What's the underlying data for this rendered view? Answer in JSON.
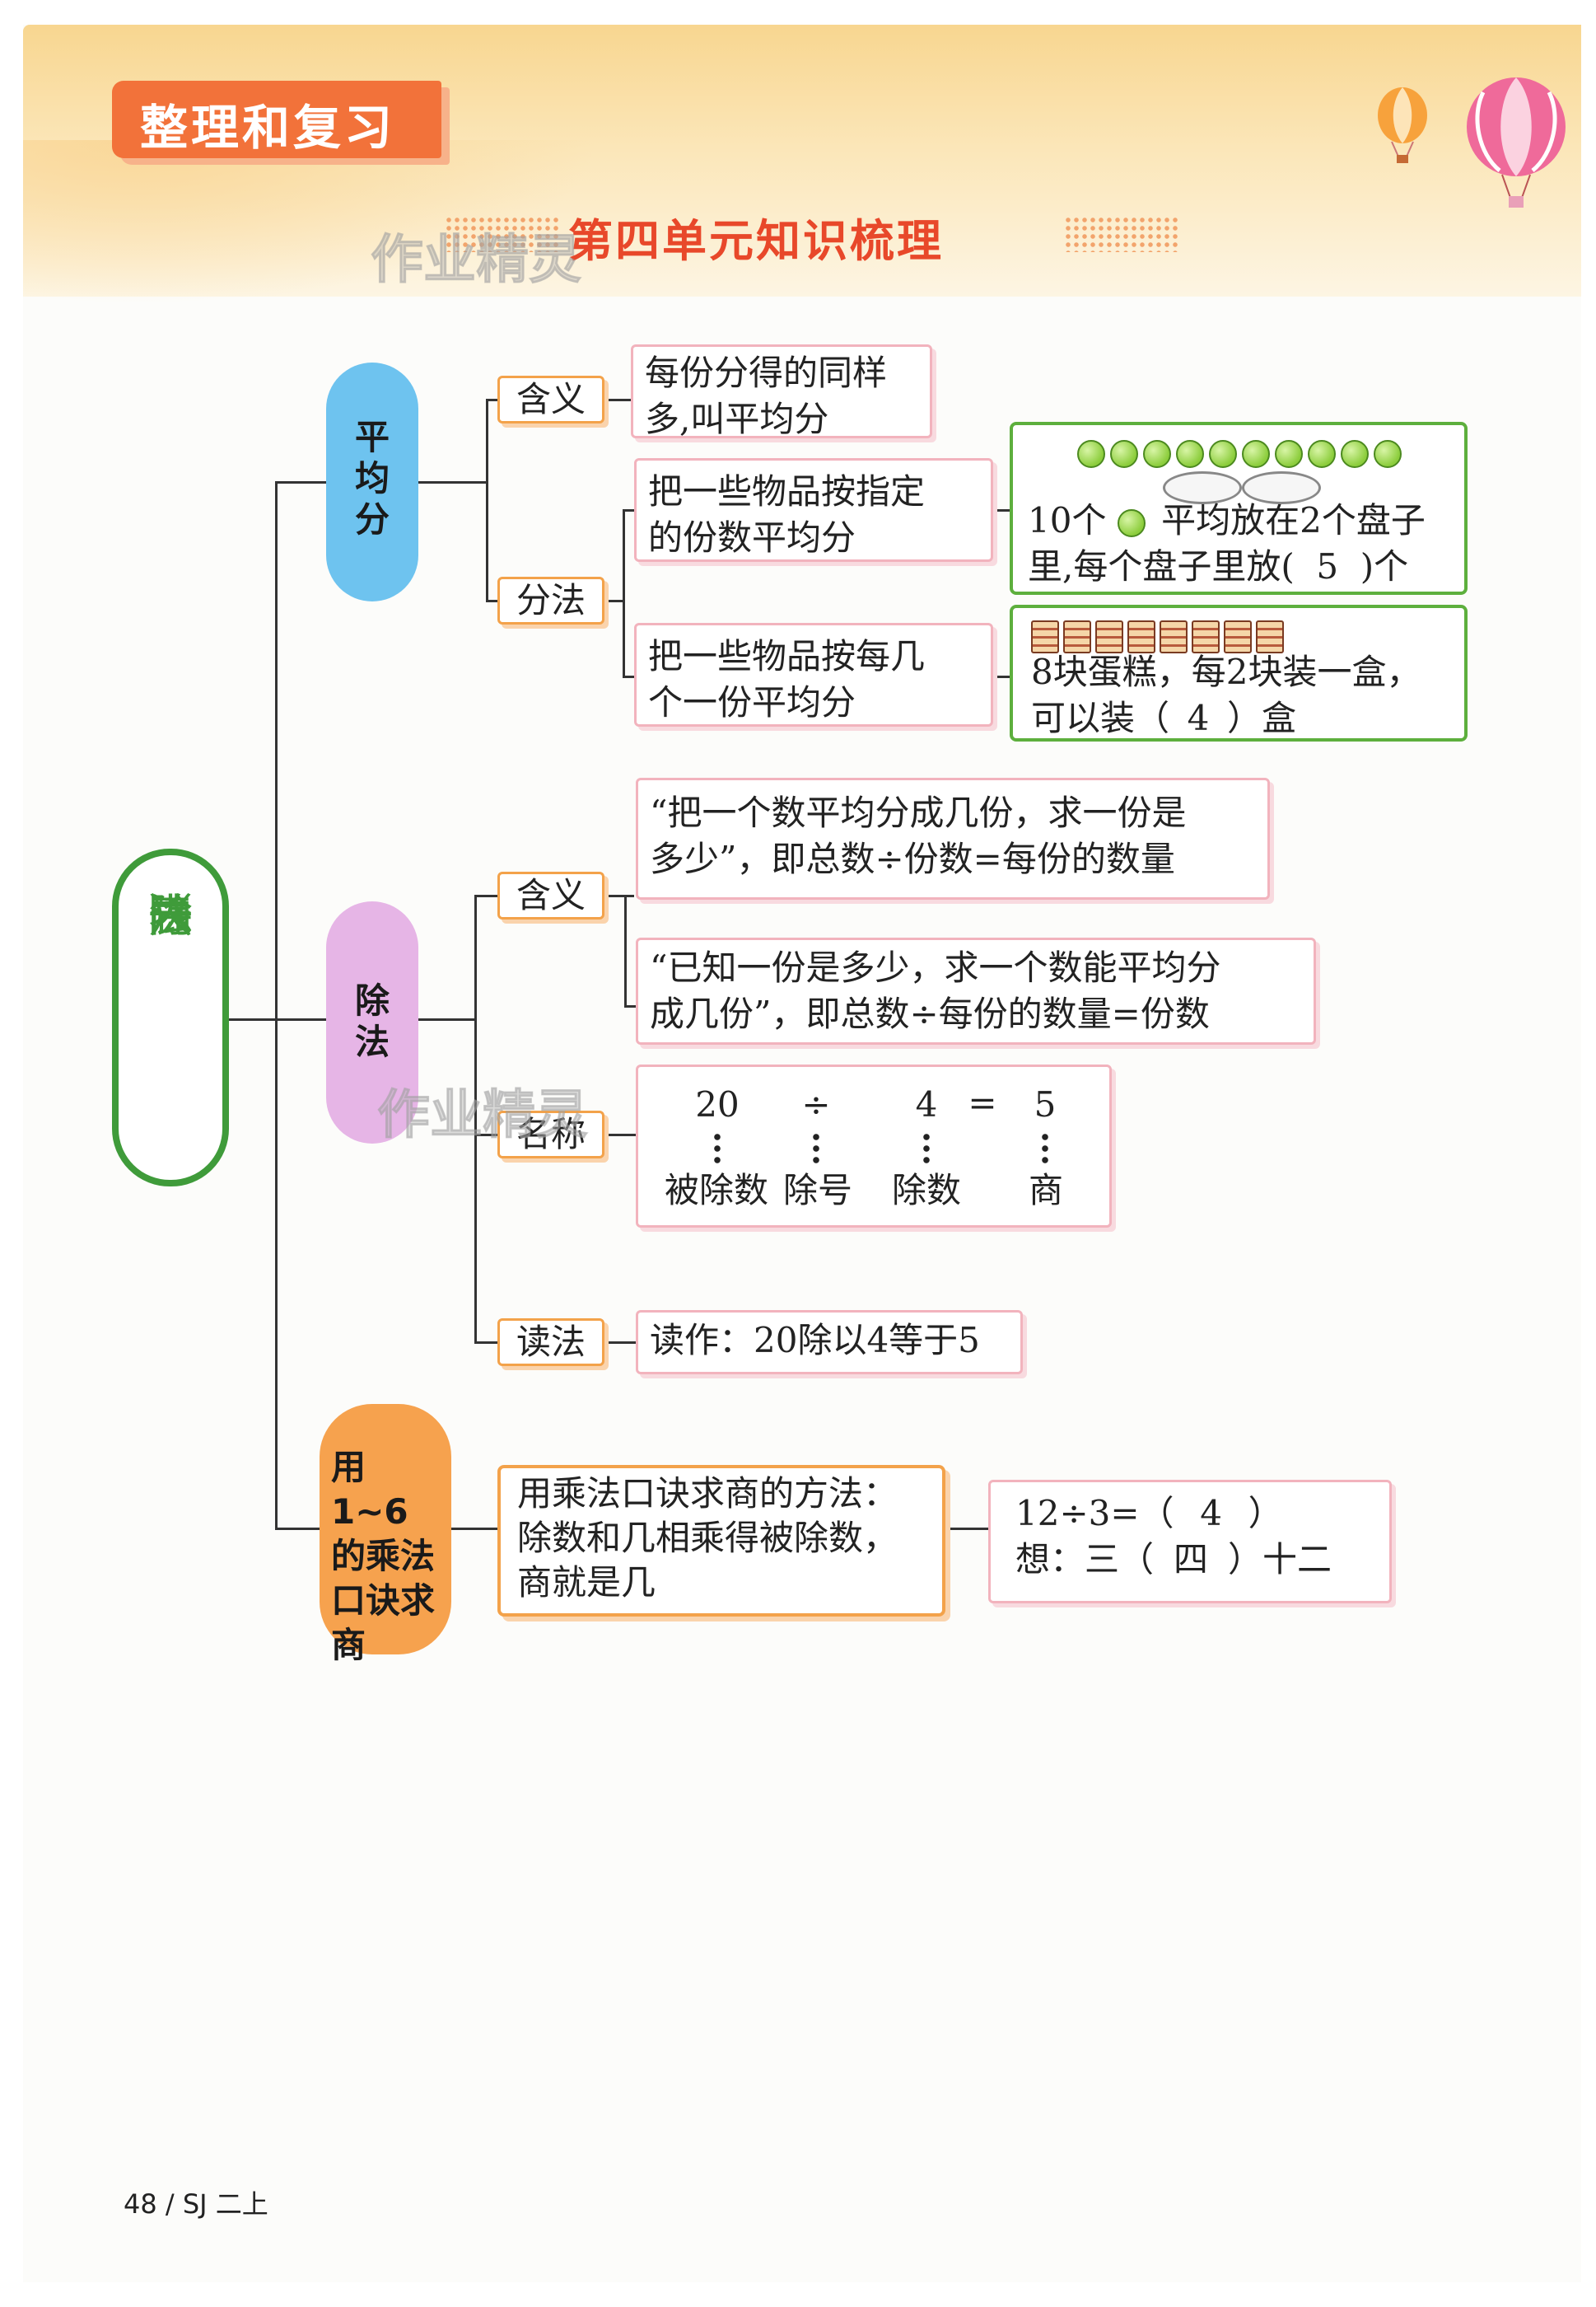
{
  "header": {
    "tag": "整理和复习",
    "title": "第四单元知识梳理",
    "watermark": "作业精灵"
  },
  "root": {
    "label": "表内除法（一）"
  },
  "branches": {
    "average": {
      "label": "平均分",
      "meaning_label": "含义",
      "meaning_text_1": "每份分得的同样",
      "meaning_text_2": "多,叫平均分",
      "method_label": "分法",
      "method1_text_1": "把一些物品按指定",
      "method1_text_2": "的份数平均分",
      "method1_example_1": "10个",
      "method1_example_2": "平均放在2个盘子",
      "method1_example_3": "里,每个盘子里放(",
      "method1_answer": "5",
      "method1_example_4": ")个",
      "method2_text_1": "把一些物品按每几",
      "method2_text_2": "个一份平均分",
      "method2_example_1": "8块蛋糕，每2块装一盒，",
      "method2_example_2": "可以装（",
      "method2_answer": "4",
      "method2_example_3": "）盒"
    },
    "division": {
      "label": "除法",
      "meaning_label": "含义",
      "meaning1_text_1": "“把一个数平均分成几份，求一份是",
      "meaning1_text_2": "多少”，即总数÷份数=每份的数量",
      "meaning2_text_1": "“已知一份是多少，求一个数能平均分",
      "meaning2_text_2": "成几份”，即总数÷每份的数量=份数",
      "names_label": "名称",
      "equation": {
        "dividend": "20",
        "sign": "÷",
        "divisor": "4",
        "equals": "=",
        "quotient": "5"
      },
      "names": {
        "dividend": "被除数",
        "sign": "除号",
        "divisor": "除数",
        "quotient": "商"
      },
      "read_label": "读法",
      "read_text": "读作：20除以4等于5"
    },
    "multiplication": {
      "label": "用1~6的乘法口诀求商",
      "method_text_1": "用乘法口诀求商的方法：",
      "method_text_2": "除数和几相乘得被除数，",
      "method_text_3": "商就是几",
      "example_1a": "12÷3=（",
      "example_1_answer": "4",
      "example_1b": "）",
      "example_2a": "想：三（",
      "example_2_answer": "四",
      "example_2b": "）十二"
    }
  },
  "footer": {
    "page": "48 / SJ 二上"
  },
  "colors": {
    "root": "#3f9b3a",
    "average_pill": "#6ec3ef",
    "division_pill": "#e6b5e6",
    "multiplication_pill": "#f6a24e",
    "label_border": "#f3a24a",
    "box_border": "#f2b3bd",
    "example_border": "#5daf3d",
    "title": "#e8482a"
  }
}
